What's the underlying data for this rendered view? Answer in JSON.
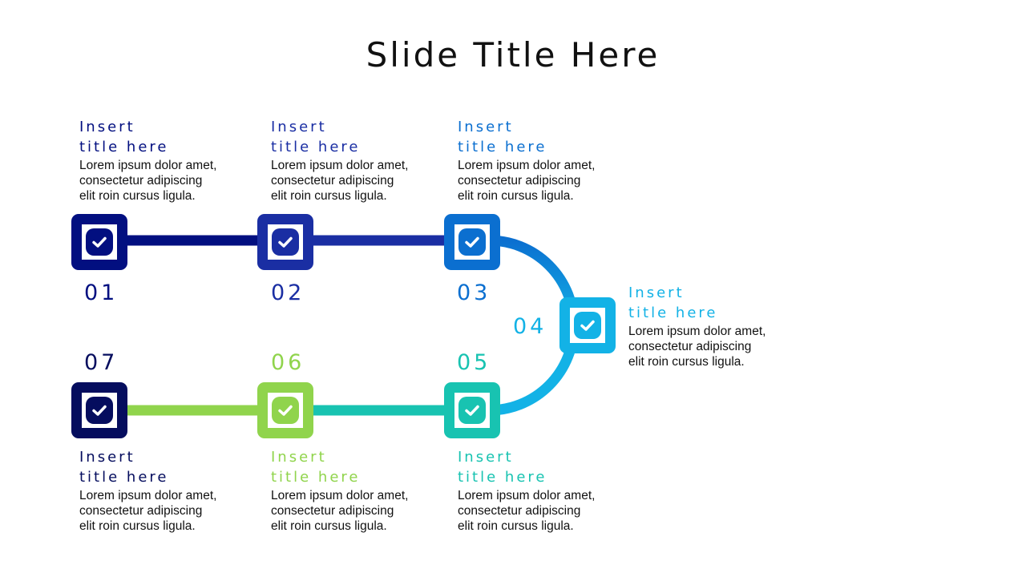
{
  "slide": {
    "title": "Slide Title Here"
  },
  "colors": {
    "s01": "#020f80",
    "s02": "#1a2ea3",
    "s03": "#0b6fd0",
    "s04": "#13b2e6",
    "s05": "#18c3b1",
    "s06": "#90d44c",
    "s07": "#050d5e"
  },
  "steps": [
    {
      "number": "01",
      "title_line1": "Insert",
      "title_line2": "title here",
      "desc": [
        "Lorem ipsum dolor amet,",
        "consectetur adipiscing",
        "elit roin cursus ligula."
      ],
      "icon": "check-icon"
    },
    {
      "number": "02",
      "title_line1": "Insert",
      "title_line2": "title here",
      "desc": [
        "Lorem ipsum dolor amet,",
        "consectetur adipiscing",
        "elit roin cursus ligula."
      ],
      "icon": "check-icon"
    },
    {
      "number": "03",
      "title_line1": "Insert",
      "title_line2": "title here",
      "desc": [
        "Lorem ipsum dolor amet,",
        "consectetur adipiscing",
        "elit roin cursus ligula."
      ],
      "icon": "check-icon"
    },
    {
      "number": "04",
      "title_line1": "Insert",
      "title_line2": "title here",
      "desc": [
        "Lorem ipsum dolor amet,",
        "consectetur adipiscing",
        "elit roin cursus ligula."
      ],
      "icon": "check-icon"
    },
    {
      "number": "05",
      "title_line1": "Insert",
      "title_line2": "title here",
      "desc": [
        "Lorem ipsum dolor amet,",
        "consectetur adipiscing",
        "elit roin cursus ligula."
      ],
      "icon": "check-icon"
    },
    {
      "number": "06",
      "title_line1": "Insert",
      "title_line2": "title here",
      "desc": [
        "Lorem ipsum dolor amet,",
        "consectetur adipiscing",
        "elit roin cursus ligula."
      ],
      "icon": "check-icon"
    },
    {
      "number": "07",
      "title_line1": "Insert",
      "title_line2": "title here",
      "desc": [
        "Lorem ipsum dolor amet,",
        "consectetur adipiscing",
        "elit roin cursus ligula."
      ],
      "icon": "check-icon"
    }
  ]
}
